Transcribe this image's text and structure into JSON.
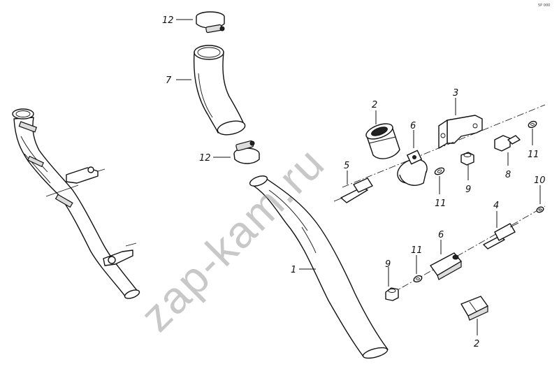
{
  "page_code": "5Р 000",
  "watermark": "zap-kam.ru",
  "callouts": {
    "c1": "1",
    "c2a": "2",
    "c2b": "2",
    "c3": "3",
    "c4": "4",
    "c5": "5",
    "c6a": "6",
    "c6b": "6",
    "c7": "7",
    "c8": "8",
    "c9a": "9",
    "c9b": "9",
    "c10": "10",
    "c11a": "11",
    "c11b": "11",
    "c11c": "11",
    "c12a": "12",
    "c12b": "12"
  }
}
